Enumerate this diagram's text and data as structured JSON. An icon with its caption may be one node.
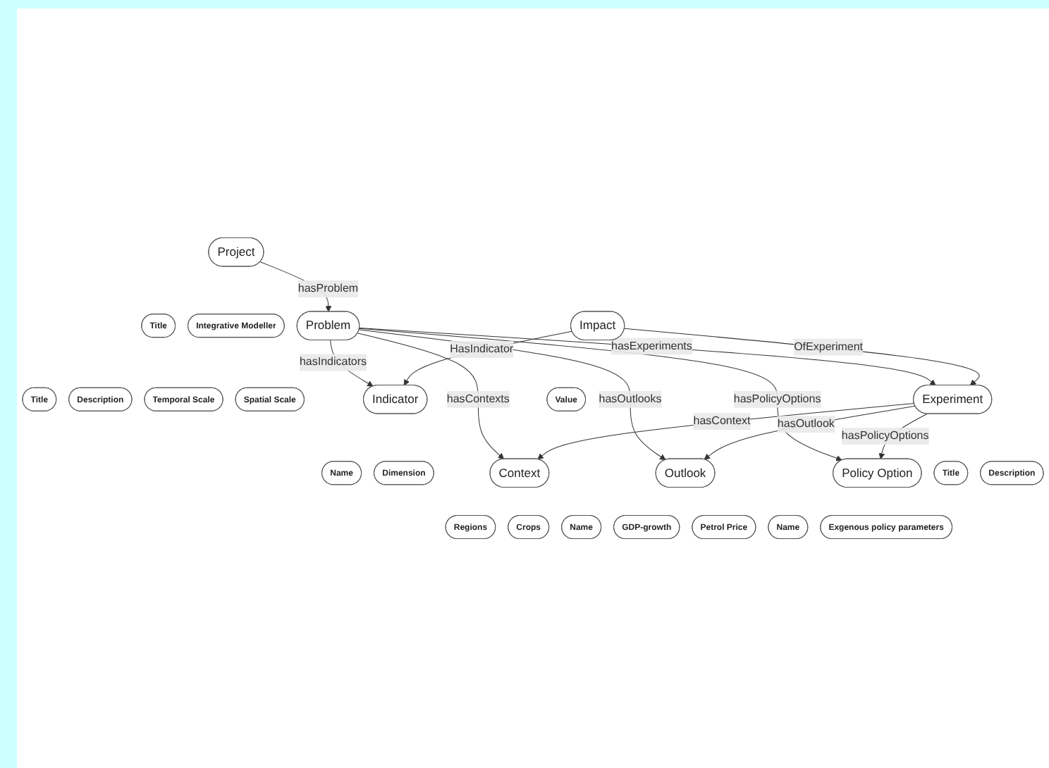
{
  "diagram": {
    "nodes": [
      {
        "text": [
          "Title"
        ]
      },
      {
        "text": [
          "Integrative Modeller"
        ]
      },
      {
        "text": [
          "Project"
        ]
      },
      {
        "text": [
          "Title"
        ]
      },
      {
        "text": [
          "Description"
        ]
      },
      {
        "text": [
          "Temporal Scale"
        ]
      },
      {
        "text": [
          "Problem"
        ]
      },
      {
        "text": [
          "Spatial Scale"
        ]
      },
      {
        "text": [
          "Indicator"
        ]
      },
      {
        "text": [
          "Name"
        ]
      },
      {
        "text": [
          "Dimension"
        ]
      },
      {
        "text": [
          "Context"
        ]
      },
      {
        "text": [
          "Regions"
        ]
      },
      {
        "text": [
          "Crops"
        ]
      },
      {
        "text": [
          "Outlook"
        ]
      },
      {
        "text": [
          "Name"
        ]
      },
      {
        "text": [
          "GDP-growth"
        ]
      },
      {
        "text": [
          "Petrol Price"
        ]
      },
      {
        "text": [
          "Policy Option"
        ]
      },
      {
        "text": [
          "Name"
        ]
      },
      {
        "text": [
          "Exgenous policy parameters"
        ]
      },
      {
        "text": [
          "Title"
        ]
      },
      {
        "text": [
          "Experiment"
        ]
      },
      {
        "text": [
          "Description"
        ]
      },
      {
        "text": [
          "Impact"
        ]
      },
      {
        "text": [
          "Value"
        ]
      }
    ],
    "edges": [
      {
        "from": 2,
        "to": 6,
        "arrow": "to",
        "label": "hasProblem"
      },
      {
        "from": 6,
        "to": 8,
        "arrow": "to",
        "label": "hasIndicators"
      },
      {
        "from": 6,
        "to": 11,
        "arrow": "to",
        "label": "hasContexts"
      },
      {
        "from": 6,
        "to": 14,
        "arrow": "to",
        "label": "hasOutlooks"
      },
      {
        "from": 6,
        "to": 22,
        "arrow": "to",
        "label": "hasExperiments"
      },
      {
        "from": 6,
        "to": 18,
        "arrow": "to",
        "label": "hasPolicyOptions"
      },
      {
        "from": 22,
        "to": 11,
        "arrow": "to",
        "label": "hasContext"
      },
      {
        "from": 22,
        "to": 14,
        "arrow": "to",
        "label": "hasOutlook"
      },
      {
        "from": 22,
        "to": 18,
        "arrow": "to",
        "label": "hasPolicyOptions"
      },
      {
        "from": 24,
        "to": 8,
        "arrow": "to",
        "label": "HasIndicator"
      },
      {
        "from": 24,
        "to": 22,
        "arrow": "to",
        "label": "OfExperiment"
      }
    ]
  }
}
